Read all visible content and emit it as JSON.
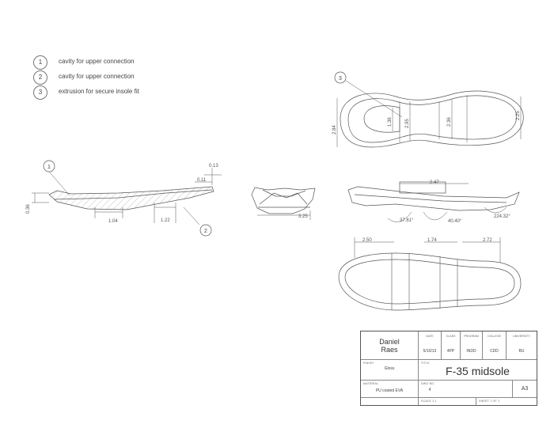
{
  "legend": [
    {
      "num": "1",
      "text": "cavity for upper connection"
    },
    {
      "num": "2",
      "text": "cavity for upper connection"
    },
    {
      "num": "3",
      "text": "extrusion for secure insole fit"
    }
  ],
  "callouts": {
    "one": "1",
    "two": "2",
    "three": "3"
  },
  "dimensions": {
    "side_height": "0.36",
    "side_top_a": "0.13",
    "side_top_b": "0.11",
    "side_base_a": "1.04",
    "side_base_b": "1.22",
    "front_width": "3.25",
    "top_length": "2.84",
    "top_heel_inner": "1.36",
    "top_center": "2.95",
    "top_mid": "2.36",
    "top_toe": "2.25",
    "profile_length": "2.47",
    "angle_a": "37.61°",
    "angle_b": "40.40°",
    "angle_c": "224.32°",
    "bottom_a": "2.50",
    "bottom_b": "1.74",
    "bottom_c": "2.72"
  },
  "title_block": {
    "designer": "Daniel Raes",
    "headers": [
      "DATE",
      "CLASS",
      "PROGRAM",
      "COLLEGE",
      "UNIVERSITY"
    ],
    "values": [
      "5/10/13",
      "4PP",
      "INDD",
      "CDD",
      "BU"
    ],
    "finish_label": "FINISH",
    "finish": "Gloss",
    "title_label": "TITLE",
    "title": "F-35 midsole",
    "material_label": "MATERIAL",
    "material": "PU coated EVA",
    "drawing_label": "DWG NO.",
    "drawing_no": "4",
    "size": "A3",
    "scale": "SCALE 1:1",
    "sheet": "SHEET 1 OF 1"
  }
}
